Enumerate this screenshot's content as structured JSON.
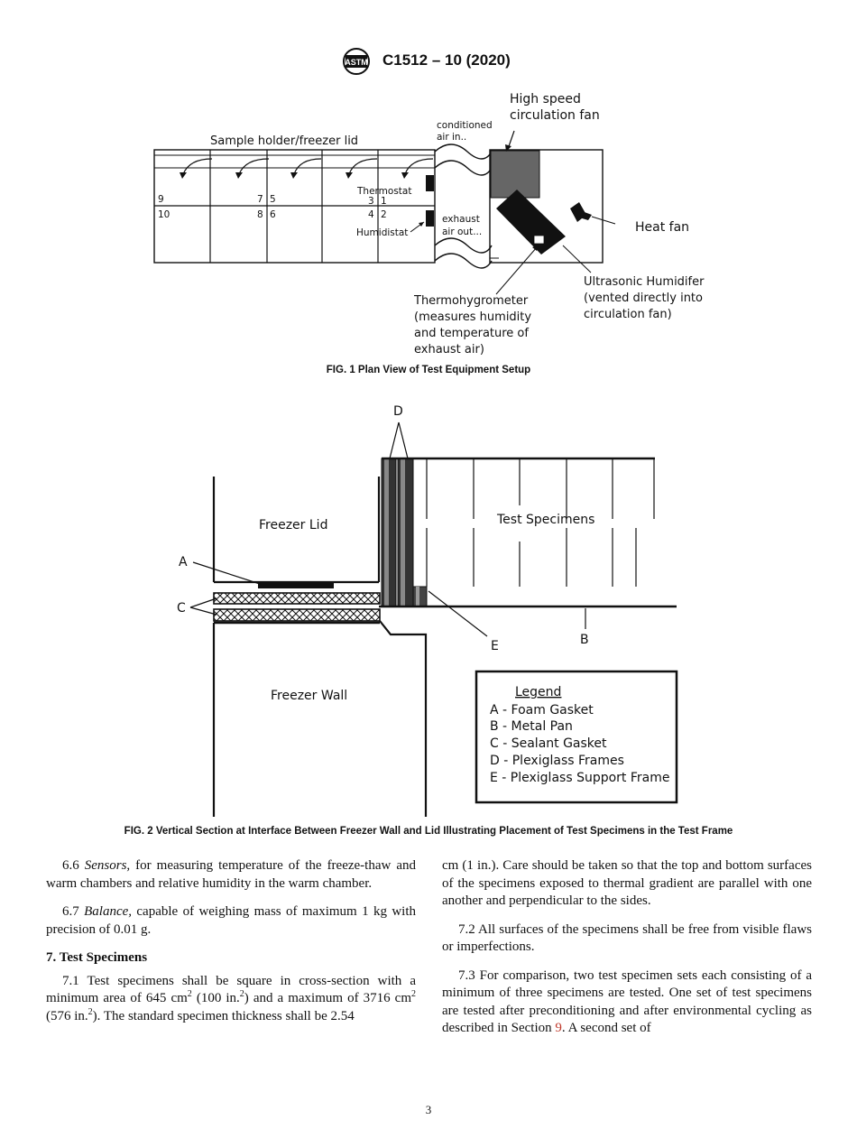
{
  "header": {
    "standard_code": "C1512 – 10 (2020)",
    "logo_icon": "astm-logo-icon"
  },
  "figure1": {
    "caption": "FIG. 1 Plan View of Test Equipment Setup",
    "labels": {
      "sample_holder": "Sample holder/freezer lid",
      "conditioned_air_1": "conditioned",
      "conditioned_air_2": "air in..",
      "high_speed_1": "High speed",
      "high_speed_2": "circulation fan",
      "thermostat": "Thermostat",
      "humidistat": "Humidistat",
      "exhaust_1": "exhaust",
      "exhaust_2": "air out...",
      "heat_fan": "Heat fan",
      "ultrasonic_1": "Ultrasonic Humidifer",
      "ultrasonic_2": "(vented directly into",
      "ultrasonic_3": "circulation fan)",
      "thermo_1": "Thermohygrometer",
      "thermo_2": "(measures humidity",
      "thermo_3": "and temperature of",
      "thermo_4": "exhaust air)",
      "n9": "9",
      "n7": "7",
      "n5": "5",
      "n3": "3",
      "n1": "1",
      "n10": "10",
      "n8": "8",
      "n6": "6",
      "n4": "4",
      "n2": "2"
    }
  },
  "figure2": {
    "caption": "FIG. 2 Vertical Section at Interface Between Freezer Wall and Lid Illustrating Placement of Test Specimens in the Test Frame",
    "labels": {
      "D": "D",
      "A": "A",
      "C": "C",
      "E": "E",
      "B": "B",
      "freezer_lid": "Freezer Lid",
      "test_specimens": "Test Specimens",
      "freezer_wall": "Freezer Wall"
    },
    "legend": {
      "title": "Legend",
      "items": [
        "A - Foam Gasket",
        "B - Metal Pan",
        "C - Sealant Gasket",
        "D - Plexiglass Frames",
        "E - Plexiglass Support Frame"
      ]
    }
  },
  "body": {
    "p6_6_num": "6.6",
    "p6_6_term": "Sensors,",
    "p6_6_text": " for measuring temperature of the freeze-thaw and warm chambers and relative humidity in the warm chamber.",
    "p6_7_num": "6.7",
    "p6_7_term": "Balance,",
    "p6_7_text": " capable of weighing mass of maximum 1 kg with precision of 0.01 g.",
    "section7": "7. Test Specimens",
    "p7_1_a": "7.1 Test specimens shall be square in cross-section with a minimum area of 645 cm",
    "p7_1_b": " (100 in.",
    "p7_1_c": ") and a maximum of 3716 cm",
    "p7_1_d": " (576 in.",
    "p7_1_e": "). The standard specimen thickness shall be 2.54",
    "sup2": "2",
    "p7_1_cont": "cm (1 in.). Care should be taken so that the top and bottom surfaces of the specimens exposed to thermal gradient are parallel with one another and perpendicular to the sides.",
    "p7_2": "7.2 All surfaces of the specimens shall be free from visible flaws or imperfections.",
    "p7_3_a": "7.3 For comparison, two test specimen sets each consisting of a minimum of three specimens are tested. One set of test specimens are tested after preconditioning and after environmental cycling as described in Section ",
    "p7_3_ref": "9",
    "p7_3_b": ". A second set of"
  },
  "page_number": "3"
}
